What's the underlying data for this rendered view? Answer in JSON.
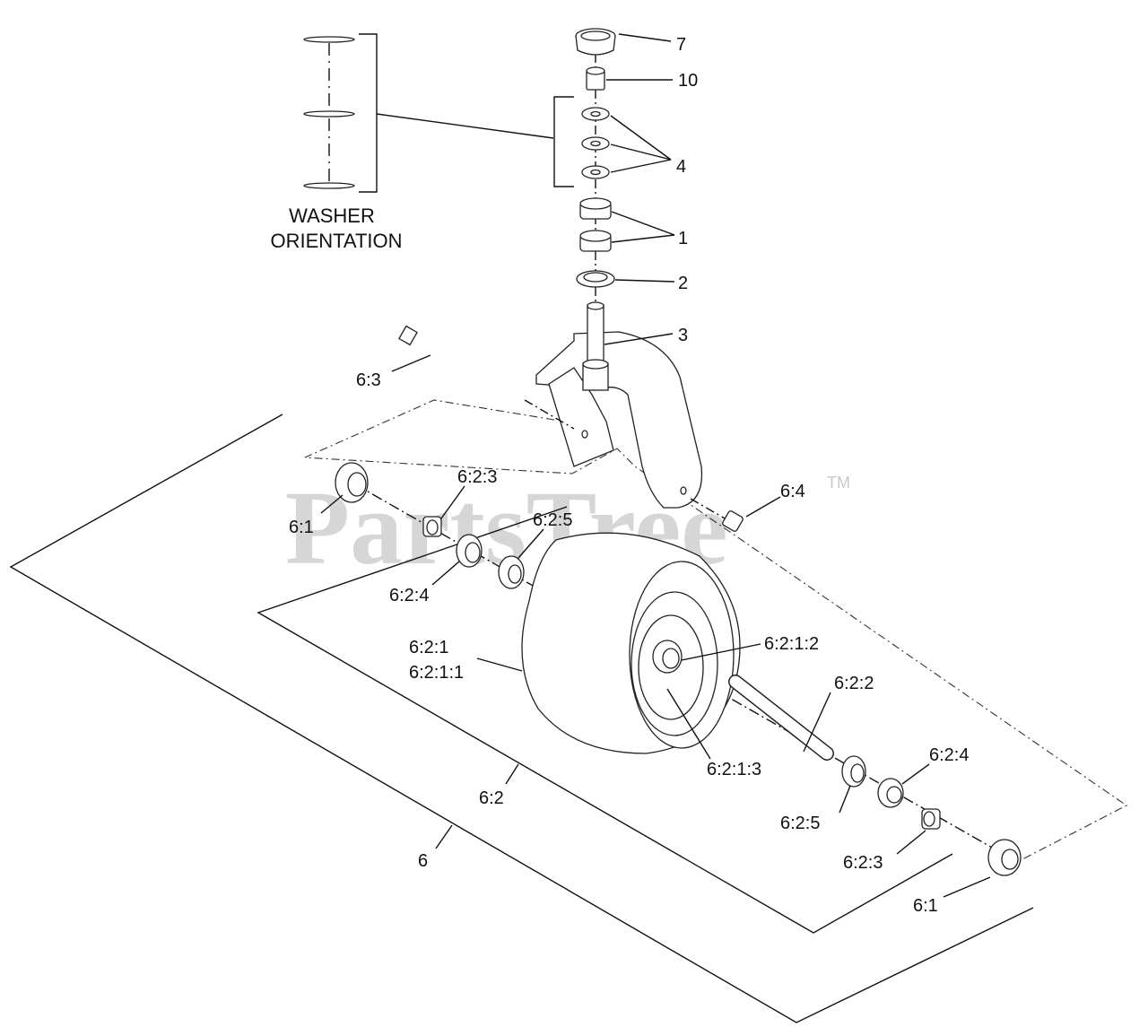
{
  "diagram": {
    "washer_orientation": [
      "WASHER",
      "ORIENTATION"
    ],
    "watermark": "PartsTree",
    "trademark": "TM",
    "labels": {
      "p7": "7",
      "p10": "10",
      "p4": "4",
      "p1": "1",
      "p2": "2",
      "p3": "3",
      "p6_3": "6:3",
      "p6_4": "6:4",
      "p6_1_left": "6:1",
      "p6_2_3_left": "6:2:3",
      "p6_2_5_left": "6:2:5",
      "p6_2_4_left": "6:2:4",
      "p6_2_1": "6:2:1",
      "p6_2_1_1": "6:2:1:1",
      "p6_2_1_2": "6:2:1:2",
      "p6_2_2": "6:2:2",
      "p6_2_1_3": "6:2:1:3",
      "p6_2_4_right": "6:2:4",
      "p6_2_5_right": "6:2:5",
      "p6_2_3_right": "6:2:3",
      "p6_2": "6:2",
      "p6": "6",
      "p6_1_right": "6:1"
    }
  }
}
